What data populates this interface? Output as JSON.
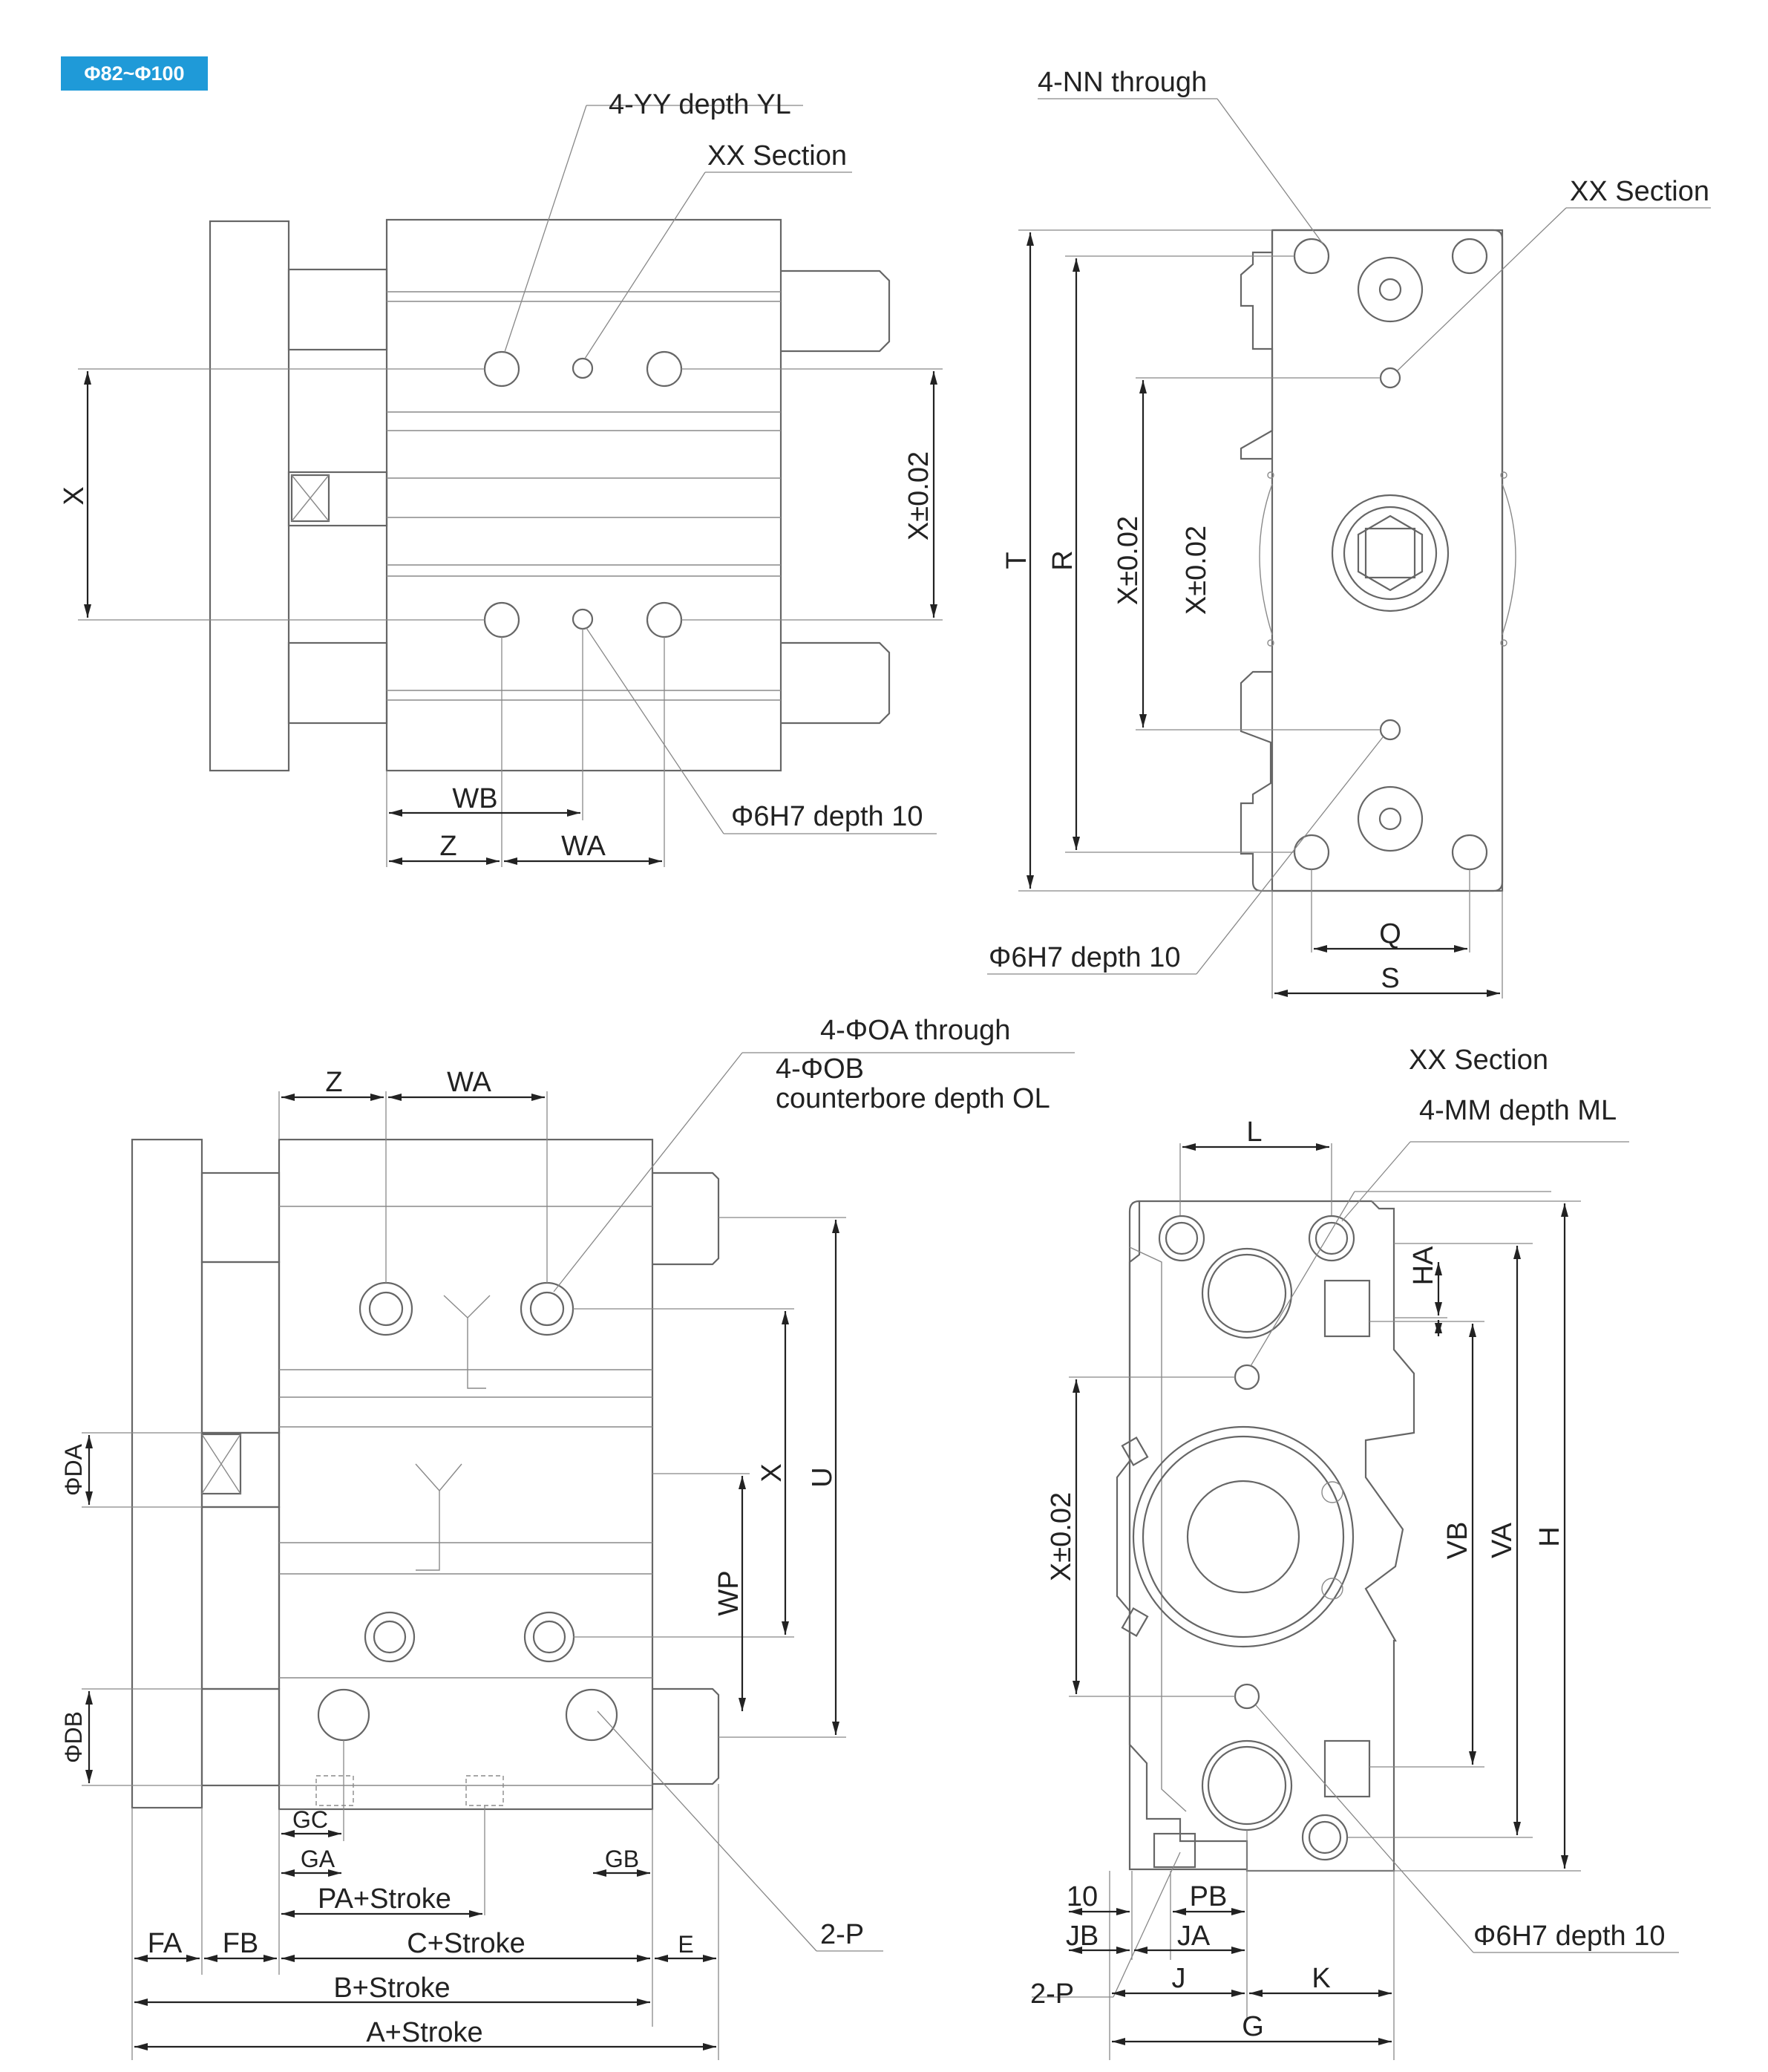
{
  "badge": "Φ82~Φ100",
  "top_left": {
    "yy": "4-YY depth YL",
    "xx": "XX Section",
    "x": "X",
    "x002": "X±0.02",
    "wb": "WB",
    "z": "Z",
    "wa": "WA",
    "phi6": "Φ6H7 depth 10"
  },
  "top_right": {
    "nn": "4-NN through",
    "xx": "XX Section",
    "t": "T",
    "r": "R",
    "x002a": "X±0.02",
    "x002b": "X±0.02",
    "phi6": "Φ6H7 depth 10",
    "q": "Q",
    "s": "S"
  },
  "bottom_left": {
    "oa": "4-ΦOA through",
    "ob": "4-ΦOB",
    "ob2": "counterbore depth OL",
    "z": "Z",
    "wa": "WA",
    "da": "ΦDA",
    "db": "ΦDB",
    "x": "X",
    "u": "U",
    "wp": "WP",
    "gc": "GC",
    "ga": "GA",
    "gb": "GB",
    "pa": "PA+Stroke",
    "fa": "FA",
    "fb": "FB",
    "c": "C+Stroke",
    "e": "E",
    "p": "2-P",
    "b": "B+Stroke",
    "a": "A+Stroke"
  },
  "bottom_right": {
    "xx": "XX Section",
    "mm": "4-MM depth ML",
    "l": "L",
    "ha": "HA",
    "vb": "VB",
    "va": "VA",
    "h": "H",
    "x002": "X±0.02",
    "ten": "10",
    "pb": "PB",
    "jb": "JB",
    "ja": "JA",
    "p": "2-P",
    "j": "J",
    "k": "K",
    "g": "G",
    "phi6": "Φ6H7 depth 10"
  }
}
